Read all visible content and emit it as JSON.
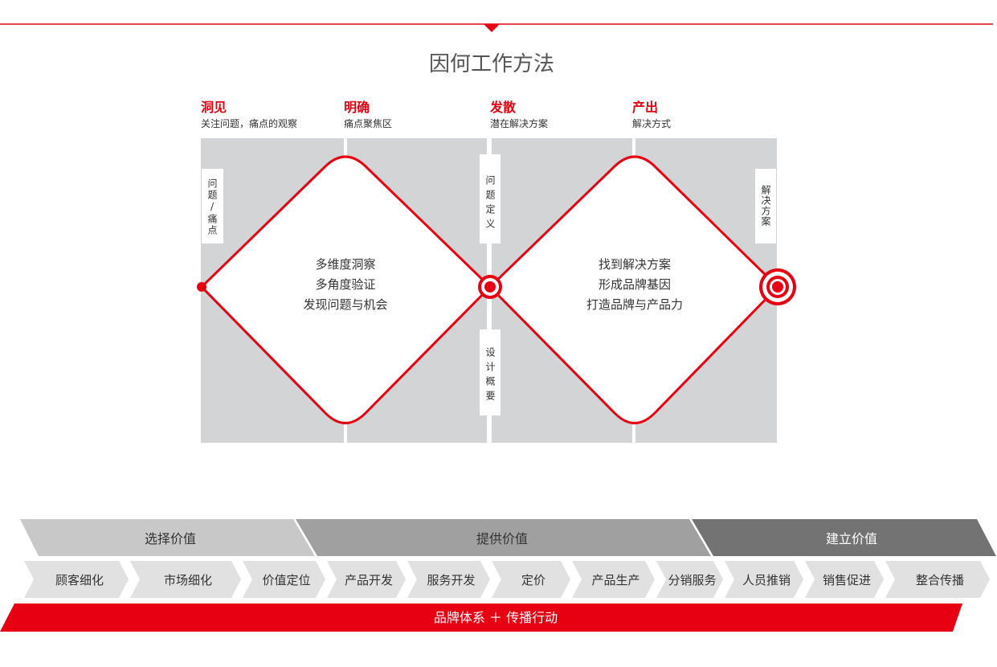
{
  "title": "因何工作方法",
  "colors": {
    "accent": "#e60012",
    "panel": "#d3d4d6",
    "text": "#333333"
  },
  "phases": [
    {
      "title": "洞见",
      "subtitle": "关注问题，痛点的观察"
    },
    {
      "title": "明确",
      "subtitle": "痛点聚焦区"
    },
    {
      "title": "发散",
      "subtitle": "潜在解决方案"
    },
    {
      "title": "产出",
      "subtitle": "解决方式"
    }
  ],
  "markers": [
    "问题/痛点",
    "问题定义",
    "设计概要",
    "解决方案"
  ],
  "diamond_left": [
    "多维度洞察",
    "多角度验证",
    "发现问题与机会"
  ],
  "diamond_right": [
    "找到解决方案",
    "形成品牌基因",
    "打造品牌与产品力"
  ],
  "value_stages": [
    "选择价值",
    "提供价值",
    "建立价值"
  ],
  "steps": [
    "顾客细化",
    "市场细化",
    "价值定位",
    "产品开发",
    "服务开发",
    "定价",
    "产品生产",
    "分销服务",
    "人员推销",
    "销售促进",
    "整合传播"
  ],
  "footer_bar": "品牌体系 ＋ 传播行动"
}
